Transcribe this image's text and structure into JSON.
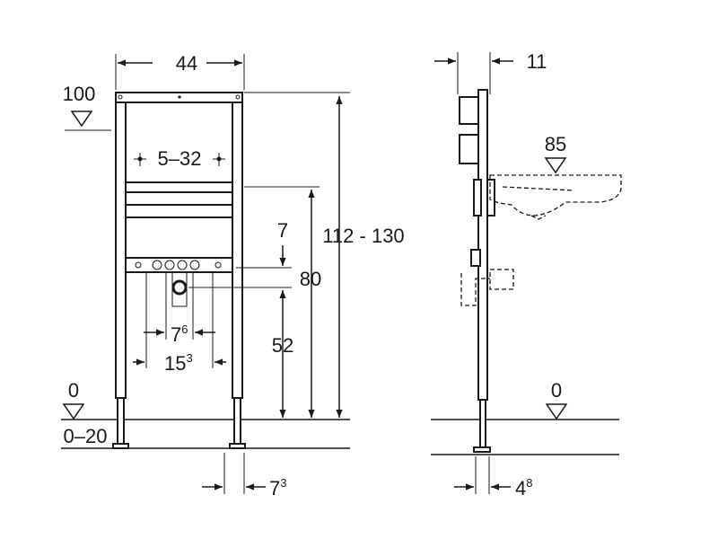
{
  "front_view": {
    "width_label": "44",
    "top_level_label": "100",
    "spacing_label": "5–32",
    "connection_height_label": "80",
    "height_range_label": "112 - 130",
    "offset_7_label": "7",
    "height_52_label": "52",
    "inner_spacing": {
      "base": "7",
      "exp": "6"
    },
    "outer_spacing": {
      "base": "15",
      "exp": "3"
    },
    "floor_level_label": "0",
    "floor_adjust_label": "0–20",
    "foot_offset": {
      "base": "7",
      "exp": "3"
    }
  },
  "side_view": {
    "depth_label": "11",
    "basin_label": "85",
    "floor_level_label": "0",
    "foot_depth": {
      "base": "4",
      "exp": "8"
    }
  }
}
